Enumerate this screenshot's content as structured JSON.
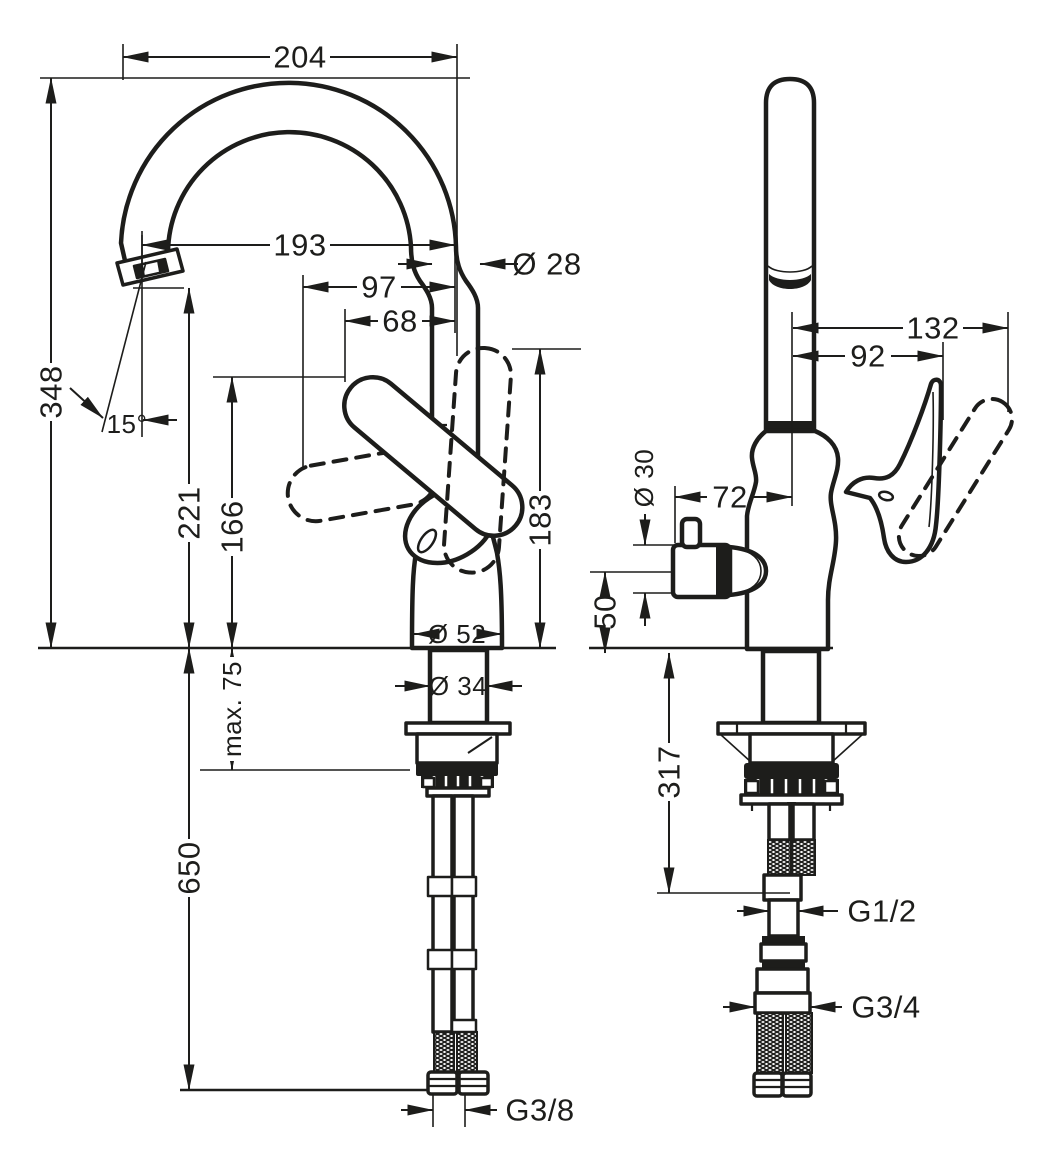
{
  "drawing": {
    "views": {
      "front": {
        "dims": {
          "spout_reach": "204",
          "spout_height": "348",
          "outlet_reach": "193",
          "spout_pipe_diameter": "Ø 28",
          "handle_reach_outer": "97",
          "handle_reach_inner": "68",
          "spout_angle": "15°",
          "outlet_height": "221",
          "handle_height": "166",
          "body_height": "183",
          "base_diameter": "Ø 52",
          "shank_diameter": "Ø 34",
          "max_deck_thickness": "max. 75",
          "hose_length": "650",
          "hose_thread": "G3/8"
        }
      },
      "side": {
        "dims": {
          "handle_swing_reach": "132",
          "handle_reach": "92",
          "valve_diameter": "Ø 30",
          "valve_offset": "72",
          "valve_center_height": "50",
          "connection_length": "317",
          "thread_upper": "G1/2",
          "thread_lower": "G3/4"
        }
      }
    }
  }
}
